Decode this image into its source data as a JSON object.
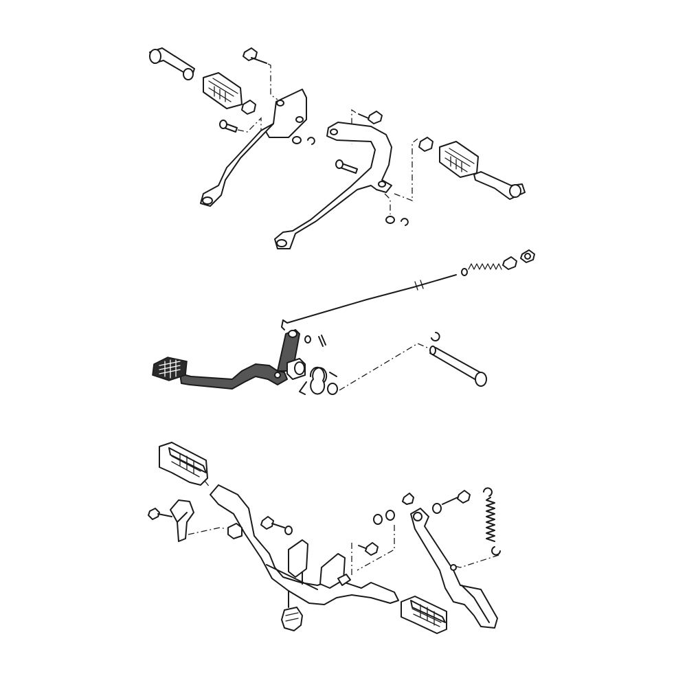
{
  "diagram": {
    "kind": "exploded parts view",
    "groups": [
      {
        "name": "footrests"
      },
      {
        "name": "rear-brake-pedal"
      },
      {
        "name": "main-frame-and-side-stand"
      }
    ]
  },
  "colors": {
    "line": "#1a1a1a",
    "background": "#ffffff",
    "brake_pedal_fill": "#555555"
  }
}
